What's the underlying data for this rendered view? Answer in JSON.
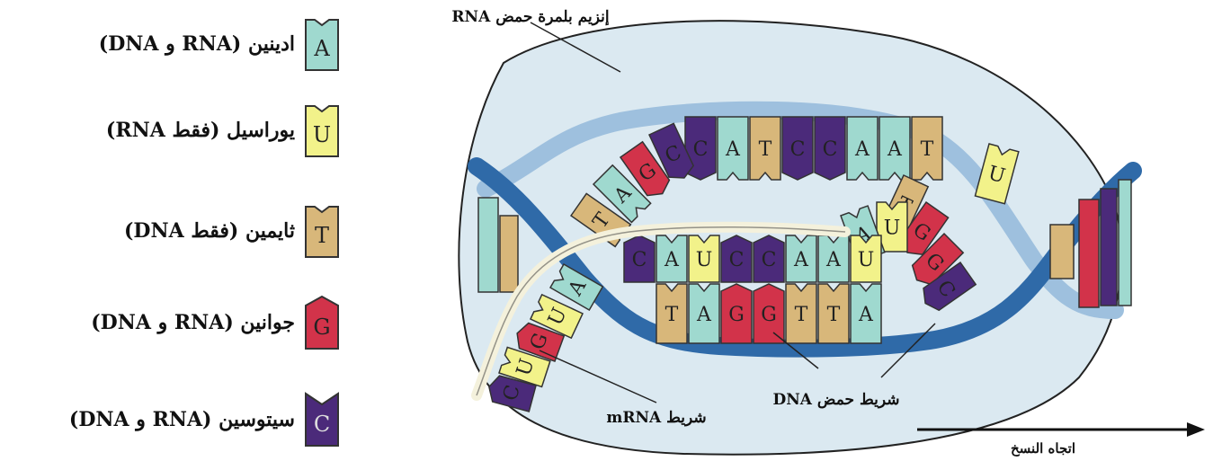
{
  "legend": [
    {
      "letter": "A",
      "label": "ادينين (RNA و DNA)",
      "color": "#9fd9cf",
      "shape": "notch-top"
    },
    {
      "letter": "U",
      "label": "يوراسيل (فقط RNA)",
      "color": "#f2f28a",
      "shape": "notch-top"
    },
    {
      "letter": "T",
      "label": "ثايمين (فقط DNA)",
      "color": "#d8b77a",
      "shape": "notch-top"
    },
    {
      "letter": "G",
      "label": "جوانين (RNA و DNA)",
      "color": "#d2334a",
      "shape": "point-top"
    },
    {
      "letter": "C",
      "label": "سيتوسين (RNA و DNA)",
      "color": "#4b2a7a",
      "shape": "point-top"
    }
  ],
  "labels": {
    "enzyme": "إنزيم بلمرة حمض RNA",
    "mrna": "شريط mRNA",
    "dna": "شريط حمض DNA",
    "direction": "اتجاه النسخ"
  },
  "dna_top_row": [
    "C",
    "A",
    "T",
    "C",
    "C",
    "A",
    "A",
    "T"
  ],
  "dna_bottom_row": [
    "T",
    "A",
    "G",
    "G",
    "T",
    "T",
    "A"
  ],
  "rna_row": [
    "C",
    "A",
    "U",
    "C",
    "C",
    "A",
    "A",
    "U"
  ],
  "colors": {
    "A": "#9fd9cf",
    "U": "#f2f28a",
    "T": "#d8b77a",
    "G": "#d2334a",
    "C": "#4b2a7a",
    "backbone_dark": "#2f6aa8",
    "backbone_light": "#9ec0de",
    "enzyme_fill": "#dbe9f1"
  }
}
